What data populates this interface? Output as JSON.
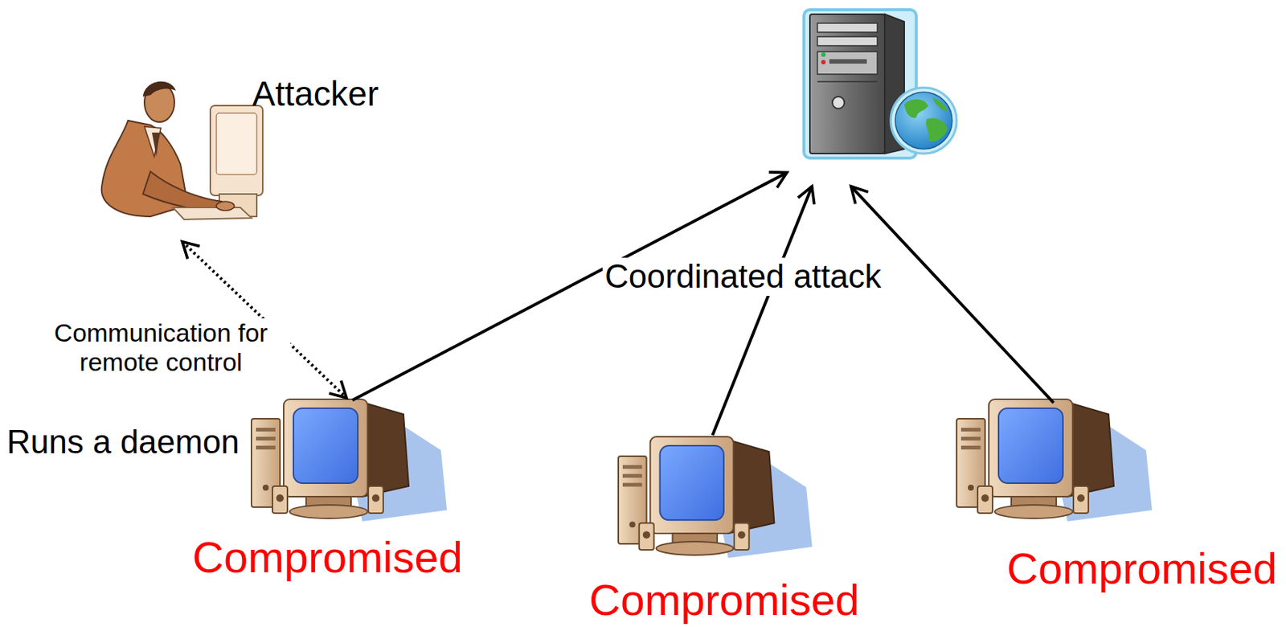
{
  "diagram": {
    "nodes": [
      {
        "text": [
          "Attacker"
        ]
      },
      {
        "text": []
      },
      {
        "text": [
          "Runs a daemon",
          "Compromised"
        ]
      },
      {
        "text": [
          "Compromised"
        ]
      },
      {
        "text": [
          "Compromised"
        ]
      }
    ],
    "edges": [
      {
        "from": 0,
        "to": 2,
        "arrow": "both",
        "label": "Communication for remote control"
      },
      {
        "from": 2,
        "to": 1,
        "arrow": "to"
      },
      {
        "from": 3,
        "to": 1,
        "arrow": "to"
      },
      {
        "from": 4,
        "to": 1,
        "arrow": "to"
      }
    ],
    "labels": [
      "Coordinated attack"
    ]
  }
}
